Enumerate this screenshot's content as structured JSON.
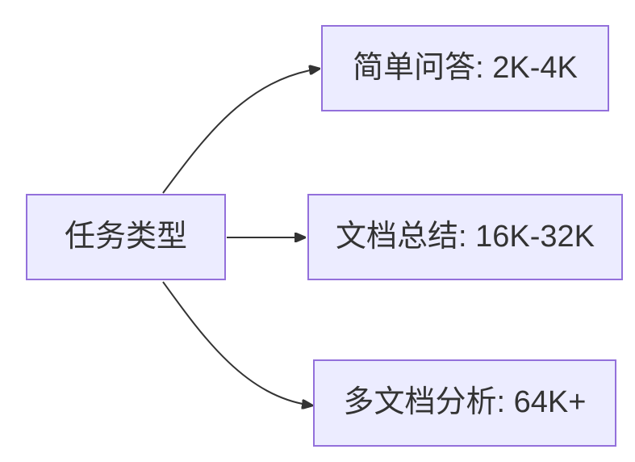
{
  "diagram": {
    "type": "flowchart",
    "direction": "LR",
    "colors": {
      "background": "#ffffff",
      "node_fill": "#ECECFF",
      "node_border": "#9370DB",
      "edge": "#333333",
      "text": "#333333"
    },
    "root": {
      "label": "任务类型"
    },
    "children": [
      {
        "label": "简单问答: 2K-4K"
      },
      {
        "label": "文档总结: 16K-32K"
      },
      {
        "label": "多文档分析: 64K+"
      }
    ]
  }
}
